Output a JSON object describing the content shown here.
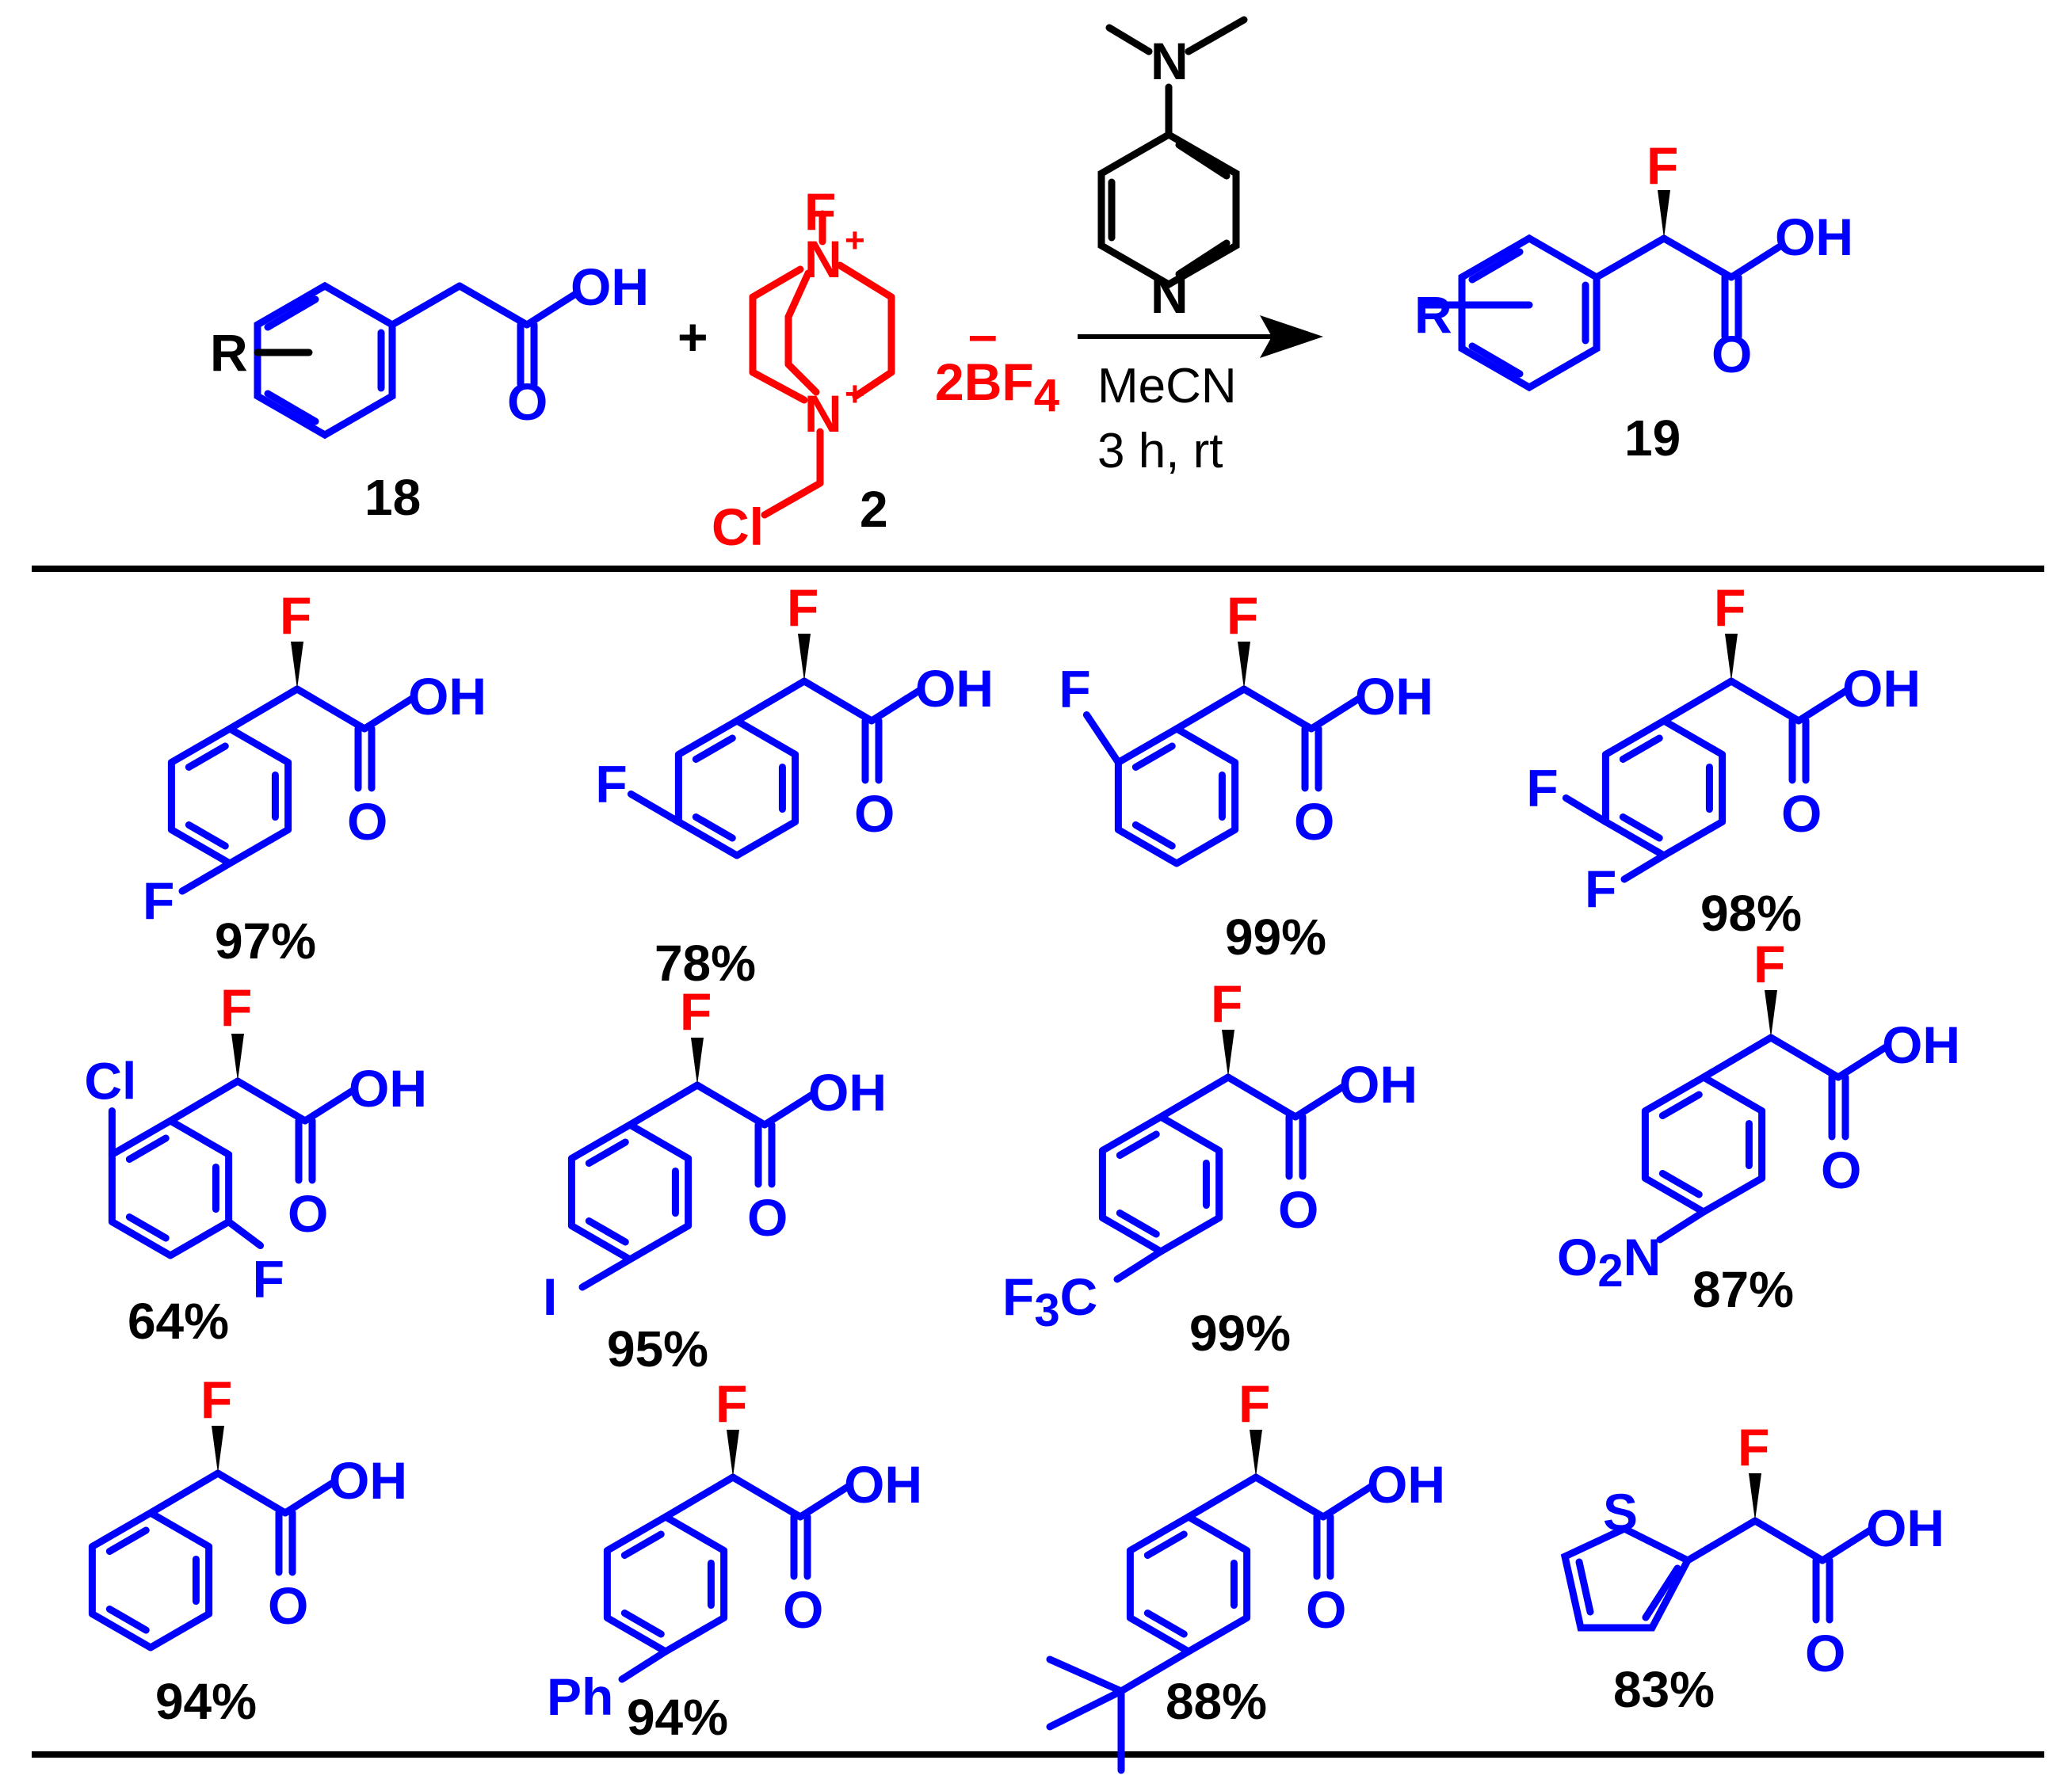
{
  "reaction": {
    "reactant_label": "18",
    "reagent_label": "2",
    "product_label": "19",
    "plus": "+",
    "counterion": "2BF",
    "counterion_sub": "4",
    "counterion_charge": "–",
    "solvent": "MeCN",
    "conditions": "3 h, rt",
    "substituent_R": "R",
    "atoms": {
      "F": "F",
      "N": "N",
      "Cl": "Cl",
      "O": "O",
      "OH": "OH",
      "plus_charge": "+"
    }
  },
  "products": [
    {
      "id": "p1",
      "yield": "97%",
      "substituents": [
        "F"
      ]
    },
    {
      "id": "p2",
      "yield": "78%",
      "substituents": [
        "F"
      ]
    },
    {
      "id": "p3",
      "yield": "99%",
      "substituents": [
        "F"
      ]
    },
    {
      "id": "p4",
      "yield": "98%",
      "substituents": [
        "F",
        "F"
      ]
    },
    {
      "id": "p5",
      "yield": "64%",
      "substituents": [
        "Cl",
        "F"
      ]
    },
    {
      "id": "p6",
      "yield": "95%",
      "substituents": [
        "I"
      ]
    },
    {
      "id": "p7",
      "yield": "99%",
      "substituents": [
        "F",
        "3",
        "C"
      ]
    },
    {
      "id": "p8",
      "yield": "87%",
      "substituents": [
        "O",
        "2",
        "N"
      ]
    },
    {
      "id": "p9",
      "yield": "94%",
      "substituents": []
    },
    {
      "id": "p10",
      "yield": "94%",
      "substituents": [
        "Ph"
      ]
    },
    {
      "id": "p11",
      "yield": "88%",
      "substituents": []
    },
    {
      "id": "p12",
      "yield": "83%",
      "substituents": [
        "S"
      ]
    }
  ],
  "colors": {
    "substrate": "#0000ff",
    "reagent": "#ff0000",
    "catalyst": "#000000"
  }
}
